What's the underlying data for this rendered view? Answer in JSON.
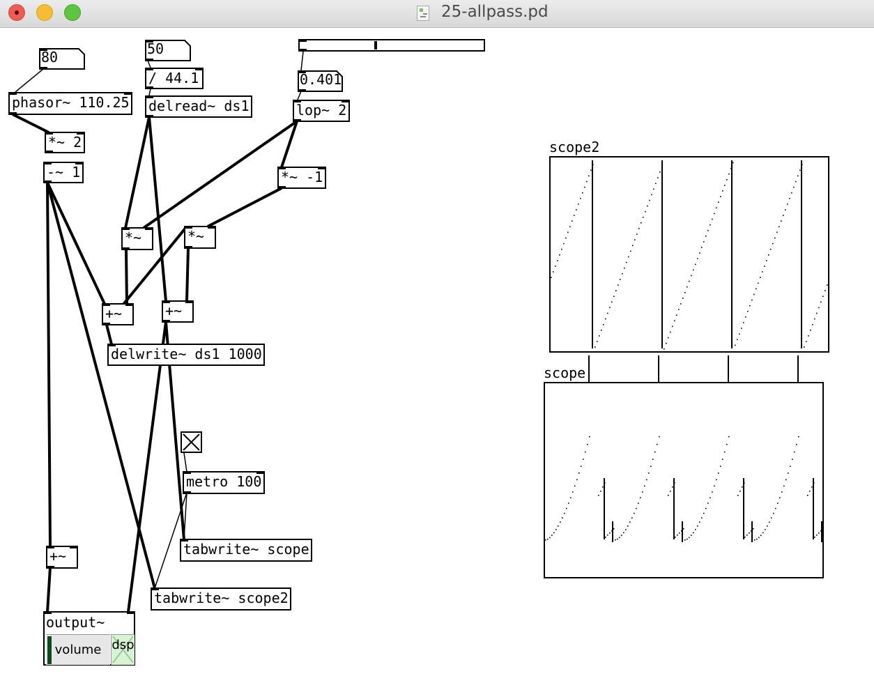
{
  "window": {
    "title": "25-allpass.pd",
    "icon": "pd-document-icon"
  },
  "patch": {
    "number_boxes": [
      {
        "id": "num-80",
        "value": "80"
      },
      {
        "id": "num-50",
        "value": "50"
      },
      {
        "id": "num-0401",
        "value": "0.401"
      }
    ],
    "objects": {
      "phasor": "phasor~ 110.25",
      "mul2": "*~ 2",
      "sub1": "-~ 1",
      "div": "/ 44.1",
      "delread": "delread~ ds1",
      "lop": "lop~ 2",
      "mulneg1": "*~ -1",
      "mul_a": "*~",
      "mul_b": "*~",
      "add_a": "+~",
      "add_b": "+~",
      "delwrite": "delwrite~ ds1 1000",
      "metro": "metro 100",
      "tabwrite_scope": "tabwrite~ scope",
      "tabwrite_scope2": "tabwrite~ scope2",
      "add_out": "+~"
    },
    "slider": {
      "value_fraction": 0.405
    },
    "toggle": {
      "checked": true
    },
    "output": {
      "label": "output~",
      "volume_label": "volume",
      "dsp_label": "dsp"
    },
    "graphs": [
      {
        "id": "scope2",
        "label": "scope2"
      },
      {
        "id": "scope",
        "label": "scope"
      }
    ]
  }
}
